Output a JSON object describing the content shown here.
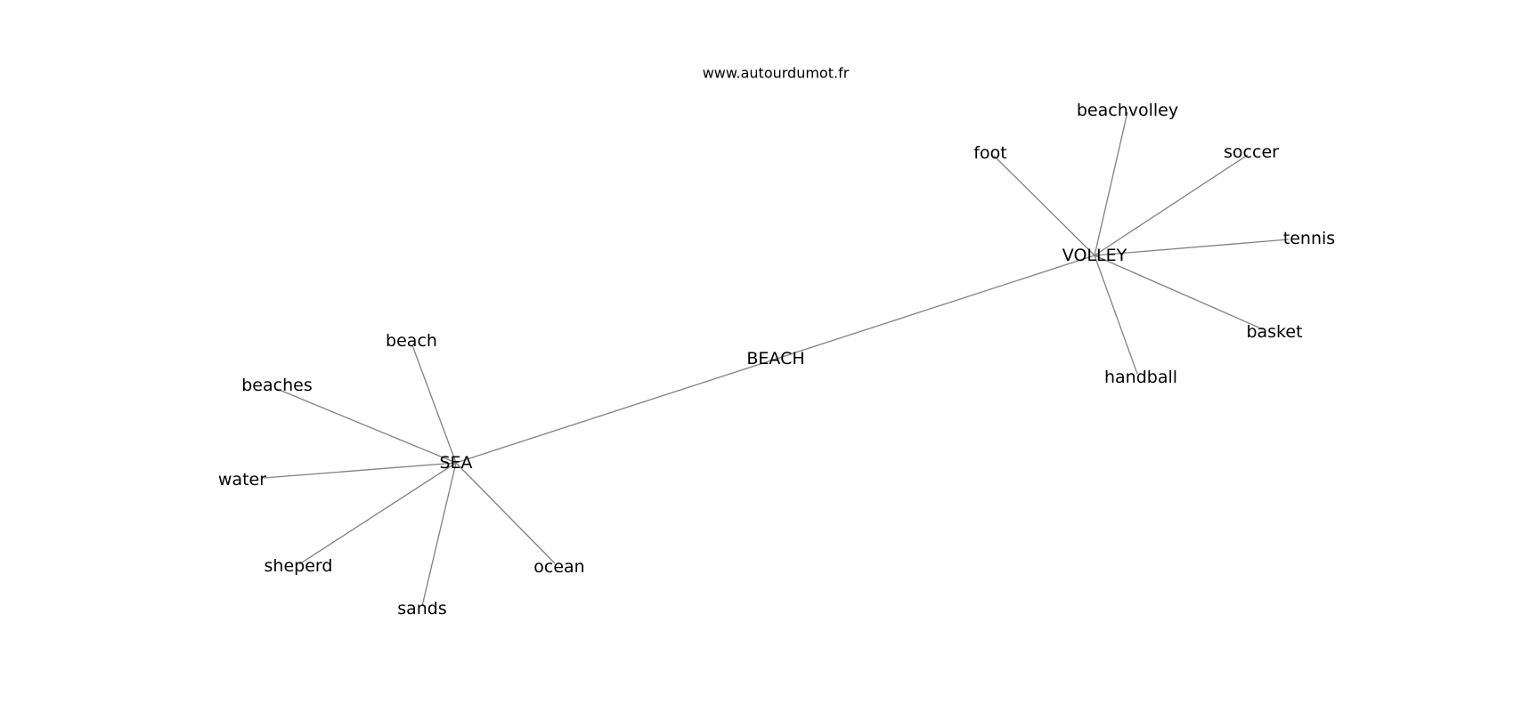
{
  "watermark": "www.autourdumot.fr",
  "colors": {
    "edge": "#808080",
    "label": "#000000",
    "background": "#ffffff"
  },
  "graph": {
    "nodes": [
      {
        "id": "BEACH",
        "label": "BEACH"
      },
      {
        "id": "SEA",
        "label": "SEA"
      },
      {
        "id": "VOLLEY",
        "label": "VOLLEY"
      },
      {
        "id": "beach",
        "label": "beach"
      },
      {
        "id": "beaches",
        "label": "beaches"
      },
      {
        "id": "water",
        "label": "water"
      },
      {
        "id": "sheperd",
        "label": "sheperd"
      },
      {
        "id": "sands",
        "label": "sands"
      },
      {
        "id": "ocean",
        "label": "ocean"
      },
      {
        "id": "foot",
        "label": "foot"
      },
      {
        "id": "beachvolley",
        "label": "beachvolley"
      },
      {
        "id": "soccer",
        "label": "soccer"
      },
      {
        "id": "tennis",
        "label": "tennis"
      },
      {
        "id": "basket",
        "label": "basket"
      },
      {
        "id": "handball",
        "label": "handball"
      }
    ],
    "edges": [
      {
        "source": "SEA",
        "target": "VOLLEY"
      },
      {
        "source": "SEA",
        "target": "beach"
      },
      {
        "source": "SEA",
        "target": "beaches"
      },
      {
        "source": "SEA",
        "target": "water"
      },
      {
        "source": "SEA",
        "target": "sheperd"
      },
      {
        "source": "SEA",
        "target": "sands"
      },
      {
        "source": "SEA",
        "target": "ocean"
      },
      {
        "source": "VOLLEY",
        "target": "foot"
      },
      {
        "source": "VOLLEY",
        "target": "beachvolley"
      },
      {
        "source": "VOLLEY",
        "target": "soccer"
      },
      {
        "source": "VOLLEY",
        "target": "tennis"
      },
      {
        "source": "VOLLEY",
        "target": "basket"
      },
      {
        "source": "VOLLEY",
        "target": "handball"
      }
    ]
  }
}
